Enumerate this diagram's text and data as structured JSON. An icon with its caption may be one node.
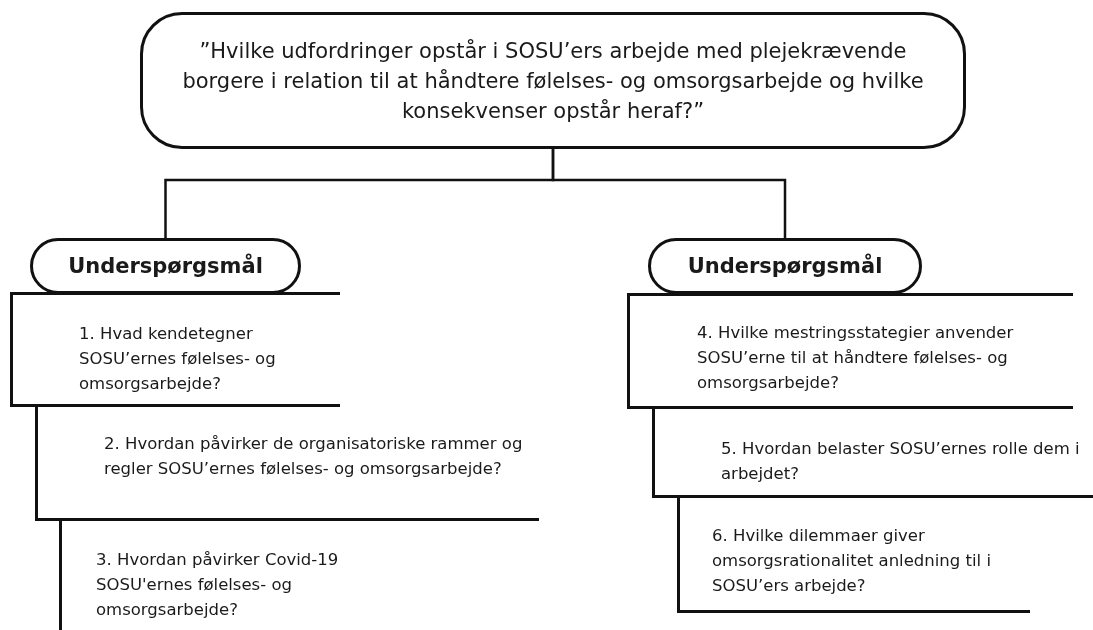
{
  "diagram": {
    "nodes": [
      {
        "text": [
          "”Hvilke udfordringer opstår i SOSU’ers arbejde med plejekrævende borgere i relation til at håndtere følelses- og omsorgsarbejde og hvilke konsekvenser opstår heraf?”"
        ]
      },
      {
        "text": [
          "Underspørgsmål"
        ]
      },
      {
        "text": [
          "1. Hvad kendetegner SOSU’ernes følelses- og omsorgsarbejde?"
        ]
      },
      {
        "text": [
          "2. Hvordan påvirker de organisatoriske rammer og regler SOSU’ernes følelses- og omsorgsarbejde?"
        ]
      },
      {
        "text": [
          "3. Hvordan påvirker Covid-19 SOSU'ernes følelses- og omsorgsarbejde?"
        ]
      },
      {
        "text": [
          "Underspørgsmål"
        ]
      },
      {
        "text": [
          "4. Hvilke mestringsstategier anvender SOSU’erne til at håndtere følelses- og omsorgsarbejde?"
        ]
      },
      {
        "text": [
          "5. Hvordan belaster SOSU’ernes rolle dem i arbejdet?"
        ]
      },
      {
        "text": [
          "6. Hvilke dilemmaer giver omsorgsrationalitet anledning til i SOSU’ers arbejde?"
        ]
      }
    ],
    "edges": [
      {
        "from": 0,
        "to": 1,
        "arrow": "none"
      },
      {
        "from": 0,
        "to": 5,
        "arrow": "none"
      }
    ]
  }
}
